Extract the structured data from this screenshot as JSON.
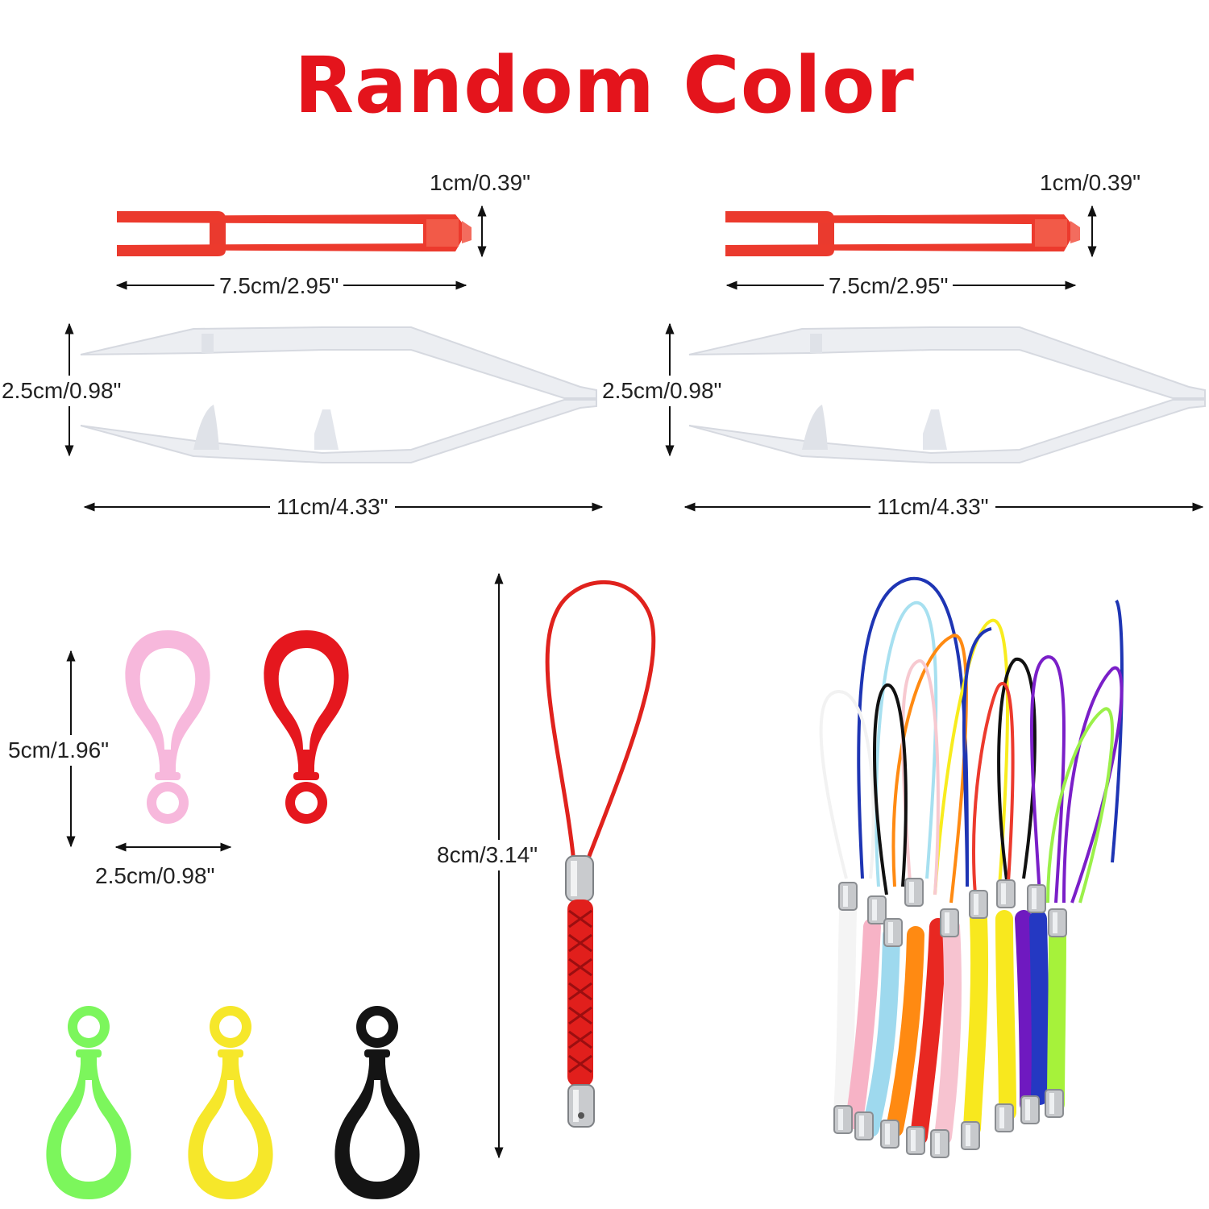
{
  "title": "Random Color",
  "colors": {
    "title": "#e4141c",
    "red": "#ea3a2e",
    "white_plastic": "#eef0f4",
    "pink": "#f7b8dc",
    "clip_red": "#e5171e",
    "green": "#7cf65c",
    "yellow": "#f6e72a",
    "black": "#141414"
  },
  "dimensions": {
    "small_tweezers_height": "1cm/0.39\"",
    "small_tweezers_length": "7.5cm/2.95\"",
    "large_tweezers_height": "2.5cm/0.98\"",
    "large_tweezers_length": "11cm/4.33\"",
    "clip_height": "5cm/1.96\"",
    "clip_width": "2.5cm/0.98\"",
    "lanyard_length": "8cm/3.14\""
  },
  "products": [
    {
      "name": "small-red-tweezers",
      "color": "red"
    },
    {
      "name": "large-white-tweezers",
      "color": "white"
    },
    {
      "name": "plastic-clip-hooks",
      "colors": [
        "pink",
        "red",
        "green",
        "yellow",
        "black"
      ]
    },
    {
      "name": "lanyard-strap",
      "color": "red"
    },
    {
      "name": "lanyard-strap-bundle",
      "colors": [
        "white",
        "pink",
        "light-blue",
        "orange",
        "red",
        "yellow",
        "blue",
        "purple",
        "green",
        "black"
      ]
    }
  ]
}
